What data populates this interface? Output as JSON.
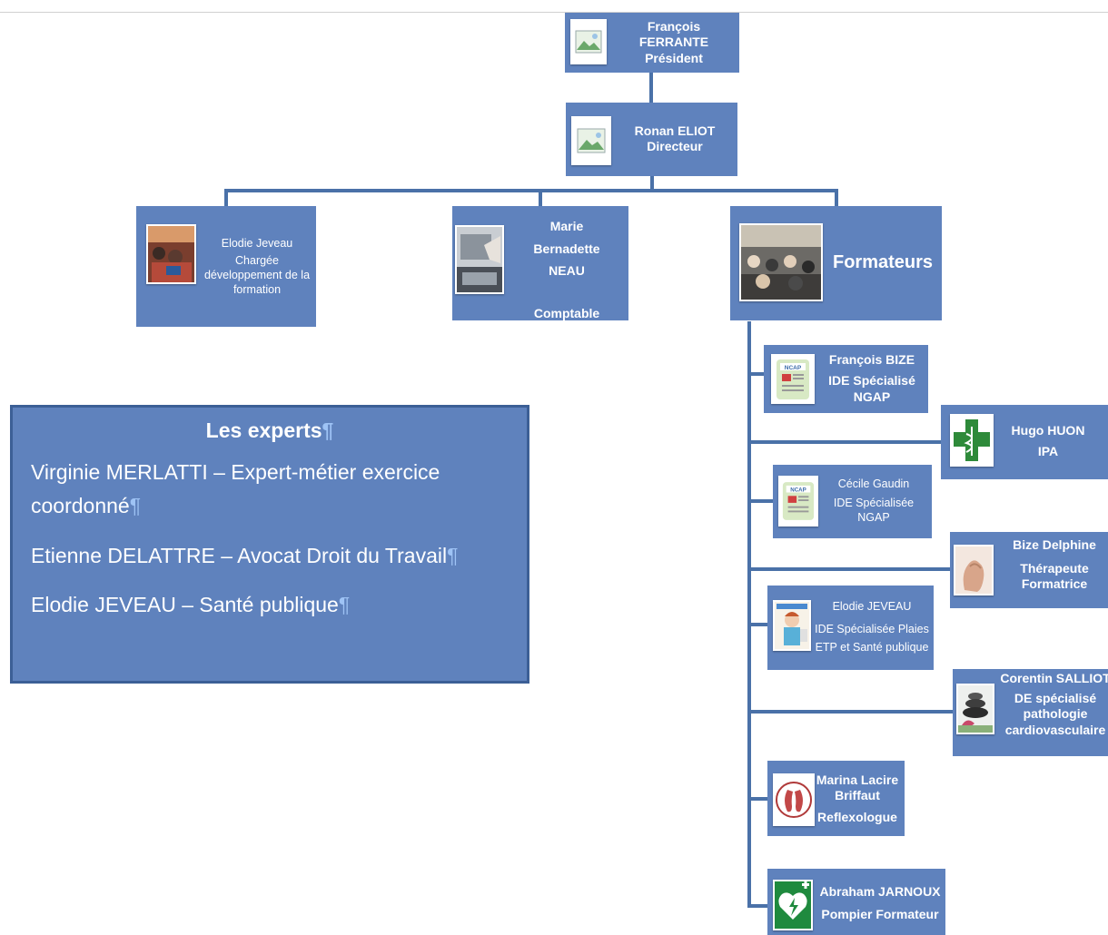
{
  "nodes": {
    "president": {
      "name": "François FERRANTE",
      "role": "Président"
    },
    "directeur": {
      "name": "Ronan ELIOT",
      "role": "Directeur"
    },
    "charge": {
      "name": "Elodie Jeveau",
      "role": "Chargée développement de la formation"
    },
    "comptable": {
      "name": "Marie Bernadette NEAU",
      "role": "Comptable"
    },
    "formateurs": {
      "name": "Formateurs"
    },
    "bize": {
      "name": "François BIZE",
      "role": "IDE Spécialisé NGAP"
    },
    "huon": {
      "name": "Hugo HUON",
      "role": "IPA"
    },
    "gaudin": {
      "name": "Cécile Gaudin",
      "role": "IDE Spécialisée NGAP"
    },
    "delphine": {
      "name": "Bize Delphine",
      "role": "Thérapeute Formatrice"
    },
    "jeveau_ide": {
      "name": "Elodie JEVEAU",
      "role": "IDE Spécialisée Plaies ETP et Santé publique"
    },
    "salliot": {
      "name": "Corentin SALLIOT",
      "role": "DE spécialisé pathologie cardiovasculaire"
    },
    "lacire": {
      "name": "Marina Lacire Briffaut",
      "role": "Reflexologue"
    },
    "jarnoux": {
      "name": "Abraham JARNOUX",
      "role": "Pompier Formateur"
    }
  },
  "experts": {
    "title": "Les experts",
    "items": [
      "Virginie MERLATTI – Expert-métier exercice coordonné",
      "Etienne DELATTRE – Avocat Droit du Travail",
      "Elodie JEVEAU – Santé publique"
    ],
    "pilcrow": "¶"
  },
  "icons": {
    "placeholder": "image-placeholder-icon",
    "ncap": "NCAP"
  },
  "colors": {
    "box": "#5f82bd",
    "line": "#4a71a8",
    "border": "#3c5f96"
  }
}
